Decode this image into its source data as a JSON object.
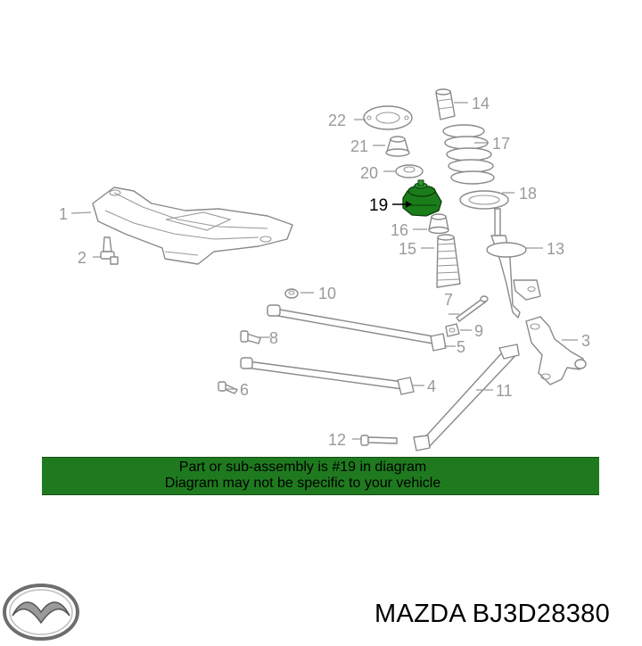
{
  "callouts": [
    "1",
    "2",
    "3",
    "4",
    "5",
    "6",
    "7",
    "8",
    "9",
    "10",
    "11",
    "12",
    "13",
    "14",
    "15",
    "16",
    "17",
    "18",
    "19",
    "20",
    "21",
    "22"
  ],
  "highlighted_part": "19",
  "banner": {
    "line1": "Part or sub-assembly is #19 in diagram",
    "line2": "Diagram may not be specific to your vehicle"
  },
  "footer": {
    "brand": "MAZDA",
    "part_number": "BJ3D28380",
    "label": "MAZDA BJ3D28380"
  },
  "colors": {
    "highlight": "#1a7d1a",
    "banner": "#1f7a1f",
    "line_art": "#8a8a8a"
  }
}
